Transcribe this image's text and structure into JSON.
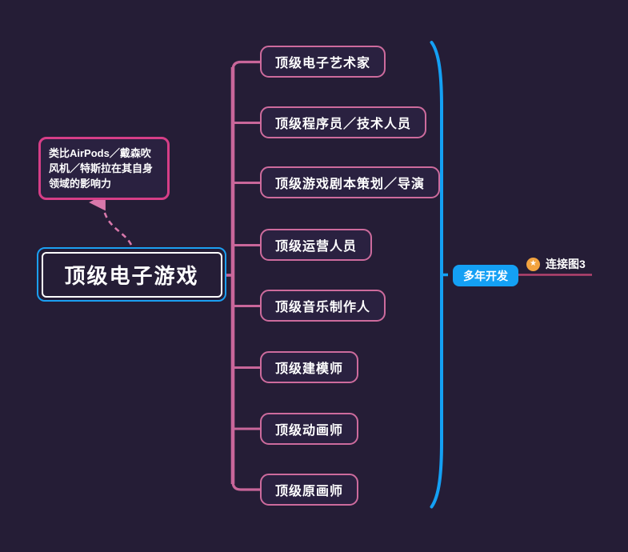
{
  "callout": {
    "text": "类比AirPods／戴森吹风机／特斯拉在其自身领域的影响力"
  },
  "main_topic": {
    "label": "顶级电子游戏"
  },
  "branches": [
    {
      "label": "顶级电子艺术家"
    },
    {
      "label": "顶级程序员／技术人员"
    },
    {
      "label": "顶级游戏剧本策划／导演"
    },
    {
      "label": "顶级运营人员"
    },
    {
      "label": "顶级音乐制作人"
    },
    {
      "label": "顶级建模师"
    },
    {
      "label": "顶级动画师"
    },
    {
      "label": "顶级原画师"
    }
  ],
  "summary": {
    "label": "多年开发"
  },
  "link": {
    "label": "连接图3",
    "icon": "star-icon"
  },
  "colors": {
    "background": "#251d36",
    "branch_pink": "#cd6b9d",
    "trunk_pink": "#c9669a",
    "callout_pink": "#d63e87",
    "arrow_pink": "#d878ab",
    "accent_blue": "#14a0f4",
    "link_line": "#b4436e",
    "star_orange": "#f2a33f",
    "text": "#ffffff"
  }
}
